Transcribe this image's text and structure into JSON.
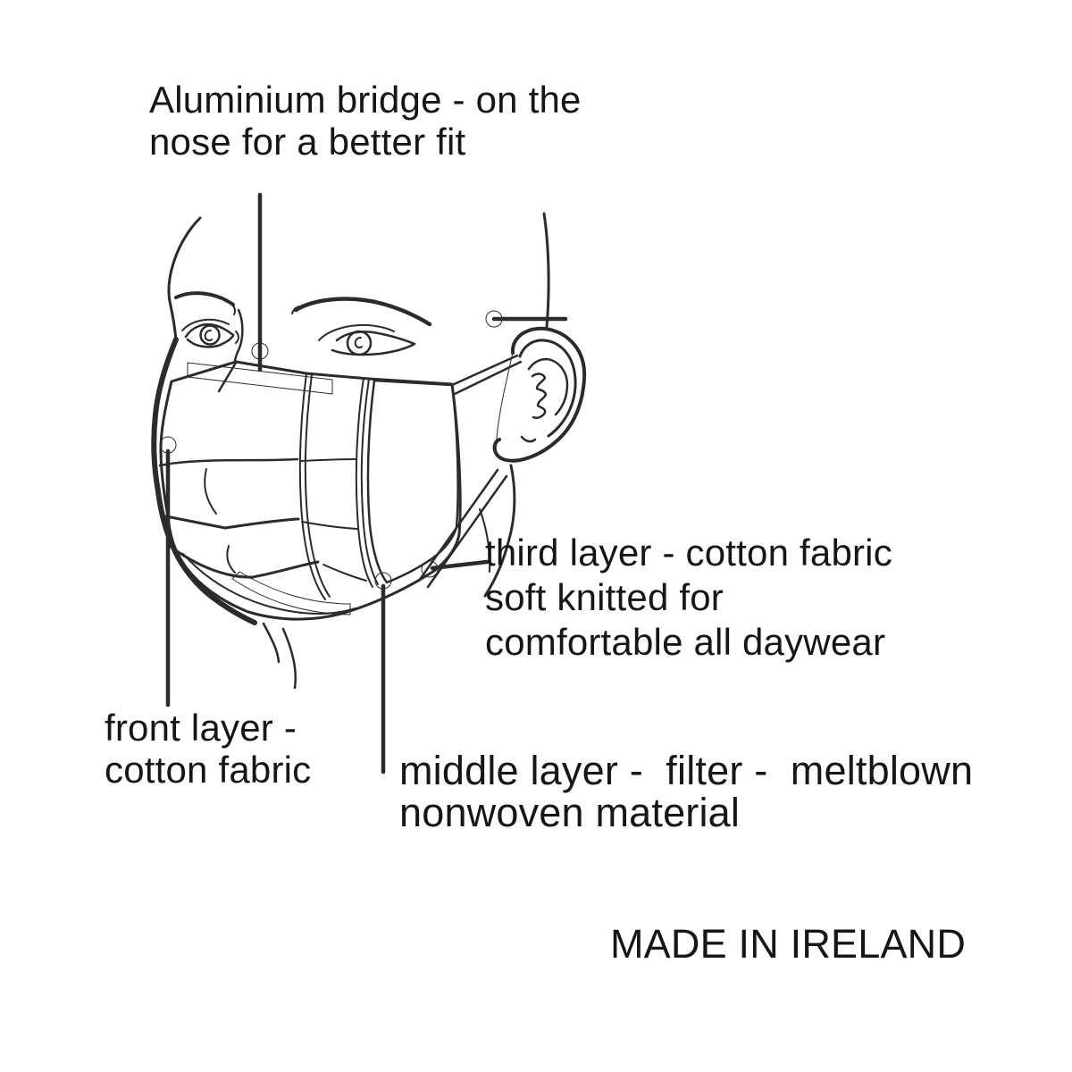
{
  "diagram": {
    "labels": {
      "aluminium_bridge": "Aluminium bridge - on the\nnose for a better fit",
      "third_layer": "third layer - cotton fabric\nsoft knitted for\ncomfortable all daywear",
      "front_layer": "front layer -\ncotton fabric",
      "middle_layer": "middle layer -  filter -  meltblown\nnonwoven material",
      "made_in": "MADE IN IRELAND"
    },
    "colors": {
      "ink": "#2b2b2b",
      "leader": "#2e2e2e",
      "text": "#161616",
      "texture_grid": "#c9c9c9",
      "texture_dots": "#bfbfbf",
      "background": "#ffffff"
    }
  }
}
